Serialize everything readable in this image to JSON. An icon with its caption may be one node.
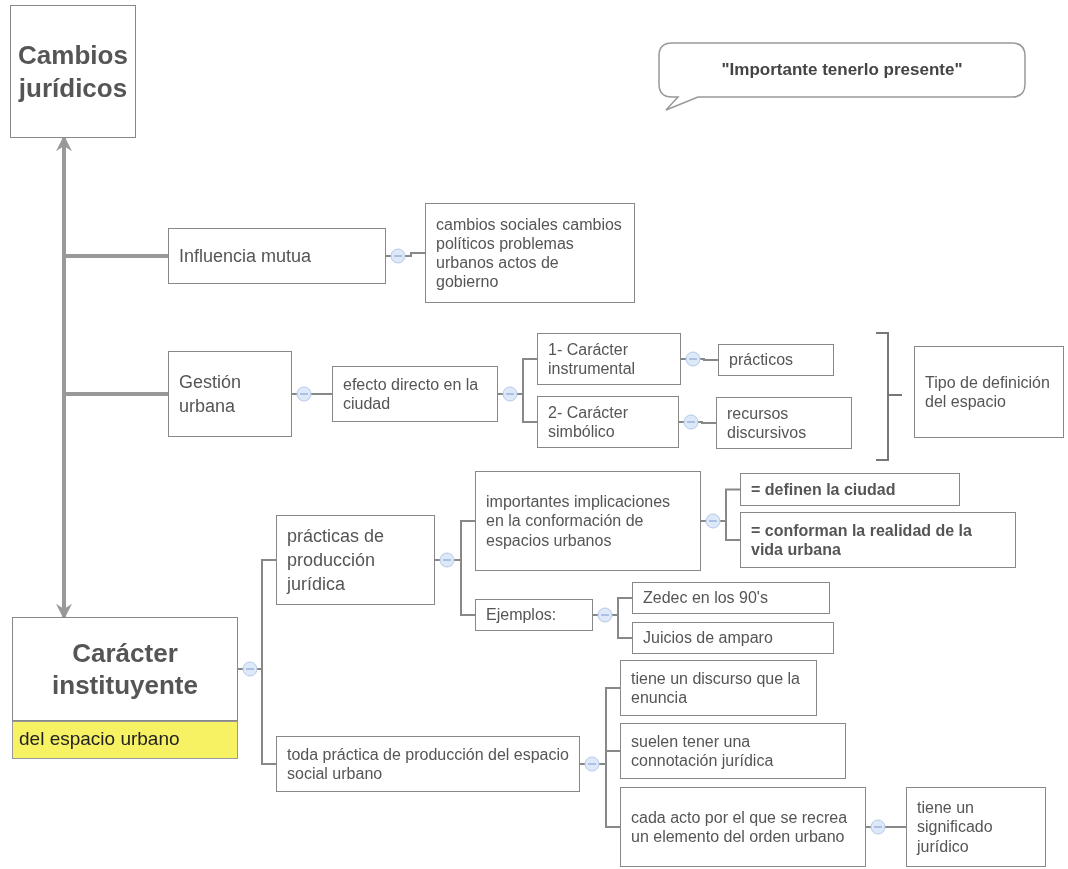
{
  "diagram": {
    "nodes": [
      {
        "text": [
          "Cambios jurídicos"
        ]
      },
      {
        "text": [
          "\"Importante tenerlo presente\""
        ]
      },
      {
        "text": [
          "Influencia mutua"
        ]
      },
      {
        "text": [
          "cambios sociales cambios políticos problemas urbanos actos de gobierno"
        ]
      },
      {
        "text": [
          "Gestión urbana"
        ]
      },
      {
        "text": [
          "efecto directo en la ciudad"
        ]
      },
      {
        "text": [
          "1- Carácter instrumental"
        ]
      },
      {
        "text": [
          "2- Carácter simbólico"
        ]
      },
      {
        "text": [
          "prácticos"
        ]
      },
      {
        "text": [
          "recursos discursivos"
        ]
      },
      {
        "text": [
          "Tipo de definición del espacio"
        ]
      },
      {
        "text": [
          "Carácter instituyente",
          "del espacio urbano"
        ]
      },
      {
        "text": [
          "prácticas de producción jurídica"
        ]
      },
      {
        "text": [
          "importantes implicaciones en la conformación de espacios urbanos"
        ]
      },
      {
        "text": [
          "= definen la ciudad"
        ]
      },
      {
        "text": [
          "= conforman la realidad de la vida urbana"
        ]
      },
      {
        "text": [
          "Ejemplos:"
        ]
      },
      {
        "text": [
          "Zedec en los 90's"
        ]
      },
      {
        "text": [
          "Juicios de amparo"
        ]
      },
      {
        "text": [
          "toda práctica de producción del espacio social urbano"
        ]
      },
      {
        "text": [
          "tiene un discurso que la enuncia"
        ]
      },
      {
        "text": [
          "suelen tener una connotación jurídica"
        ]
      },
      {
        "text": [
          "cada acto por el que se recrea un elemento del orden urbano"
        ]
      },
      {
        "text": [
          "tiene un significado jurídico"
        ]
      }
    ],
    "edges": [
      {
        "from": 11,
        "to": 0,
        "arrow": "both",
        "style": "thick"
      },
      {
        "from": 0,
        "to": 2,
        "arrow": "none",
        "style": "thick"
      },
      {
        "from": 0,
        "to": 4,
        "arrow": "none",
        "style": "thick"
      },
      {
        "from": 2,
        "to": 3,
        "arrow": "none"
      },
      {
        "from": 4,
        "to": 5,
        "arrow": "none"
      },
      {
        "from": 5,
        "to": 6,
        "arrow": "none"
      },
      {
        "from": 5,
        "to": 7,
        "arrow": "none"
      },
      {
        "from": 6,
        "to": 8,
        "arrow": "none"
      },
      {
        "from": 7,
        "to": 9,
        "arrow": "none"
      },
      {
        "from": 11,
        "to": 12,
        "arrow": "none"
      },
      {
        "from": 11,
        "to": 19,
        "arrow": "none"
      },
      {
        "from": 12,
        "to": 13,
        "arrow": "none"
      },
      {
        "from": 12,
        "to": 16,
        "arrow": "none"
      },
      {
        "from": 13,
        "to": 14,
        "arrow": "none"
      },
      {
        "from": 13,
        "to": 15,
        "arrow": "none"
      },
      {
        "from": 16,
        "to": 17,
        "arrow": "none"
      },
      {
        "from": 16,
        "to": 18,
        "arrow": "none"
      },
      {
        "from": 19,
        "to": 20,
        "arrow": "none"
      },
      {
        "from": 19,
        "to": 21,
        "arrow": "none"
      },
      {
        "from": 19,
        "to": 22,
        "arrow": "none"
      },
      {
        "from": 22,
        "to": 23,
        "arrow": "none"
      }
    ]
  }
}
